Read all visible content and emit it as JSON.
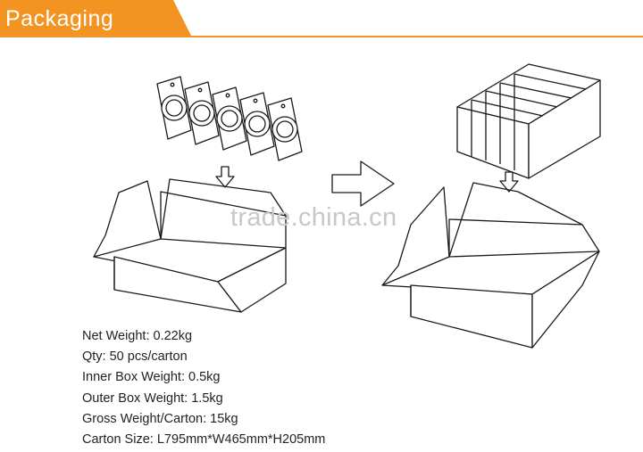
{
  "header": {
    "title": "Packaging",
    "accent_color": "#f39422"
  },
  "watermark": {
    "text": "trade.china.cn"
  },
  "illustration": {
    "left_icon": "open-carton-with-products-icon",
    "middle_icon": "right-arrow-icon",
    "right_icon": "open-carton-with-inner-boxes-icon"
  },
  "specs": [
    "Net Weight: 0.22kg",
    "Qty: 50 pcs/carton",
    "Inner Box Weight: 0.5kg",
    "Outer Box Weight: 1.5kg",
    "Gross Weight/Carton: 15kg",
    "Carton Size: L795mm*W465mm*H205mm"
  ]
}
